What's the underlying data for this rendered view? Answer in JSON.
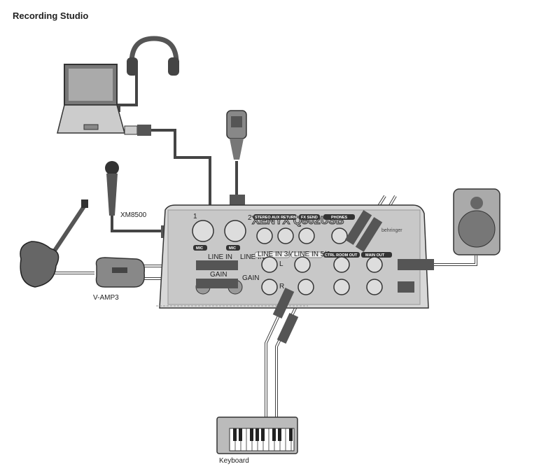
{
  "title": "Recording Studio",
  "devices": {
    "microphone": "XM8500",
    "amp_modeler": "V-AMP3",
    "keyboard": "Keyboard"
  },
  "mixer": {
    "brand": "behringer",
    "model": "XENYX Q802USB",
    "channel_1": "1",
    "channel_2": "2",
    "mic": "MIC",
    "line_in": "LINE IN",
    "gain": "GAIN",
    "stereo_aux_return": "STEREO AUX RETURN",
    "fx_send": "FX SEND",
    "phones": "PHONES",
    "line_in_34": "LINE IN 3/4",
    "line_in_56": "LINE IN 5/6",
    "ctrl_room_out": "CTRL ROOM OUT",
    "main_out": "MAIN OUT",
    "left": "L",
    "right": "R"
  }
}
